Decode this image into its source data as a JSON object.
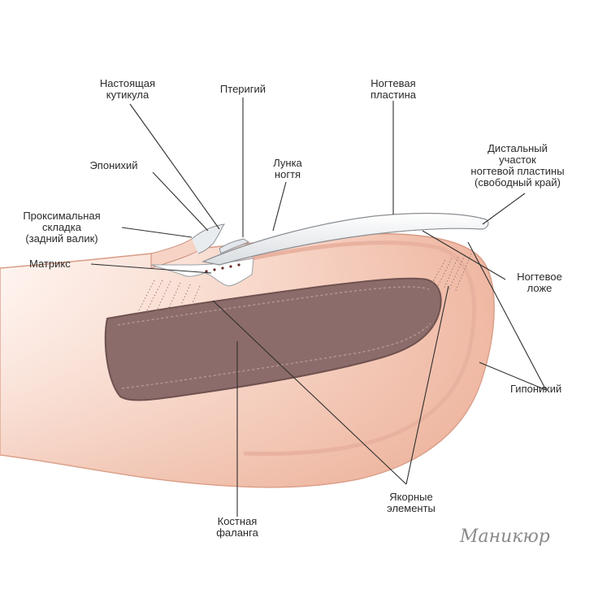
{
  "labels": {
    "true_cuticle": "Настоящая\nкутикула",
    "pterygium": "Птеригий",
    "nail_plate": "Ногтевая\nпластина",
    "eponychium": "Эпонихий",
    "lunula": "Лунка\nногтя",
    "distal_part": "Дистальный\nучасток\nногтевой пластины\n(свободный край)",
    "proximal_fold": "Проксимальная\nскладка\n(задний валик)",
    "matrix": "Матрикс",
    "nail_bed": "Ногтевое\nложе",
    "hyponychium": "Гипонихий",
    "anchor_elements": "Якорные\nэлементы",
    "bone_phalanx": "Костная\nфаланга"
  },
  "logo": "Маникюр",
  "colors": {
    "skin_light": "#fbe9e1",
    "skin_mid": "#f3c7b4",
    "skin_dark": "#e6a58c",
    "bone": "#8c6c6a",
    "nail_plate": "#eef0f2",
    "line": "#3a3a3a"
  }
}
